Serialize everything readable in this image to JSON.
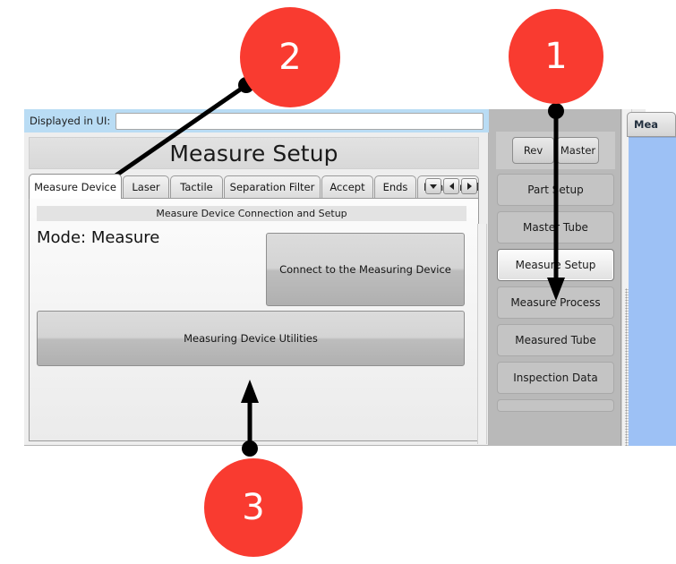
{
  "colors": {
    "annotation_red": "#f93b30",
    "annotation_text": "#ffffff",
    "header_blue": "#b9dcf4",
    "panel_blue": "#9dc1f5",
    "sidebar_gray": "#b9b9b9"
  },
  "header": {
    "displayed_label": "Displayed in UI:",
    "displayed_value": "",
    "displayed_placeholder": ""
  },
  "page": {
    "title": "Measure Setup"
  },
  "tabs": [
    {
      "label": "Measure Device",
      "selected": true
    },
    {
      "label": "Laser",
      "selected": false
    },
    {
      "label": "Tactile",
      "selected": false
    },
    {
      "label": "Separation Filter",
      "selected": false
    },
    {
      "label": "Accept",
      "selected": false
    },
    {
      "label": "Ends",
      "selected": false
    },
    {
      "label": "Bend Profile",
      "selected": false
    }
  ],
  "tab_scrollers": [
    {
      "name": "tab-dropdown-button",
      "icon": "chevron-down-icon"
    },
    {
      "name": "tab-scroll-left-button",
      "icon": "chevron-left-icon"
    },
    {
      "name": "tab-scroll-right-button",
      "icon": "chevron-right-icon"
    }
  ],
  "content": {
    "group_header": "Measure Device Connection and Setup",
    "mode_text": "Mode: Measure",
    "connect_button": "Connect to the Measuring Device",
    "utilities_button": "Measuring Device Utilities"
  },
  "sidebar": {
    "top_buttons": [
      {
        "label": "Rev"
      },
      {
        "label": "Master"
      }
    ],
    "items": [
      {
        "label": "Part Setup",
        "active": false
      },
      {
        "label": "Master Tube",
        "active": false
      },
      {
        "label": "Measure Setup",
        "active": true
      },
      {
        "label": "Measure Process",
        "active": false
      },
      {
        "label": "Measured Tube",
        "active": false
      },
      {
        "label": "Inspection Data",
        "active": false
      },
      {
        "label": "",
        "active": false
      }
    ]
  },
  "right_panel": {
    "tab_label": "Mea"
  },
  "annotations": [
    {
      "number": "1",
      "target": "sidebar-item-measure-setup"
    },
    {
      "number": "2",
      "target": "tab-measure-device"
    },
    {
      "number": "3",
      "target": "measuring-device-utilities-button"
    }
  ]
}
